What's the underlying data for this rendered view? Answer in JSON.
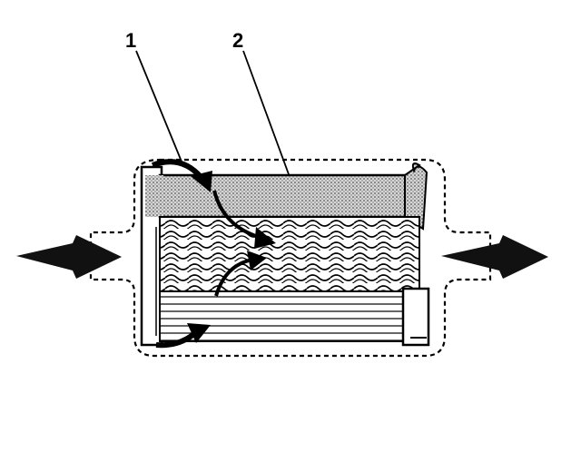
{
  "callouts": [
    {
      "id": "callout-1",
      "label": "1"
    },
    {
      "id": "callout-2",
      "label": "2"
    }
  ],
  "colors": {
    "line": "#000000",
    "background": "#ffffff",
    "shade": "#9a9a9a"
  }
}
